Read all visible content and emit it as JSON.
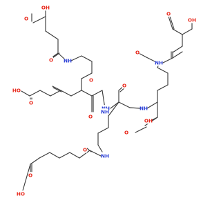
{
  "molecule": {
    "colors": {
      "bond": "#3a3a3a",
      "O": "#e8291c",
      "N": "#2b3fd6",
      "background": "#ffffff"
    },
    "labels": {
      "acid_top_left": "OH",
      "acid_top_left_o": "O",
      "amide_top_left_o": "O",
      "nh_top_left": "NH",
      "acid_left": "HO",
      "acid_left_o": "O",
      "amide_left_o": "O",
      "nh_left": "NH",
      "amide_center_o": "O",
      "nh_center": "NH",
      "amide_right_center_o": "O",
      "nh_right_center": "NH",
      "acid_alpha": "OH",
      "acid_alpha_o": "O",
      "nh_right": "NH",
      "amide_right_o": "O",
      "acid_top_right": "OH",
      "acid_top_right_o": "O",
      "nh_bottom": "NH",
      "amide_bottom_o": "O",
      "acid_bottom": "HO",
      "acid_bottom_o": "O"
    }
  }
}
